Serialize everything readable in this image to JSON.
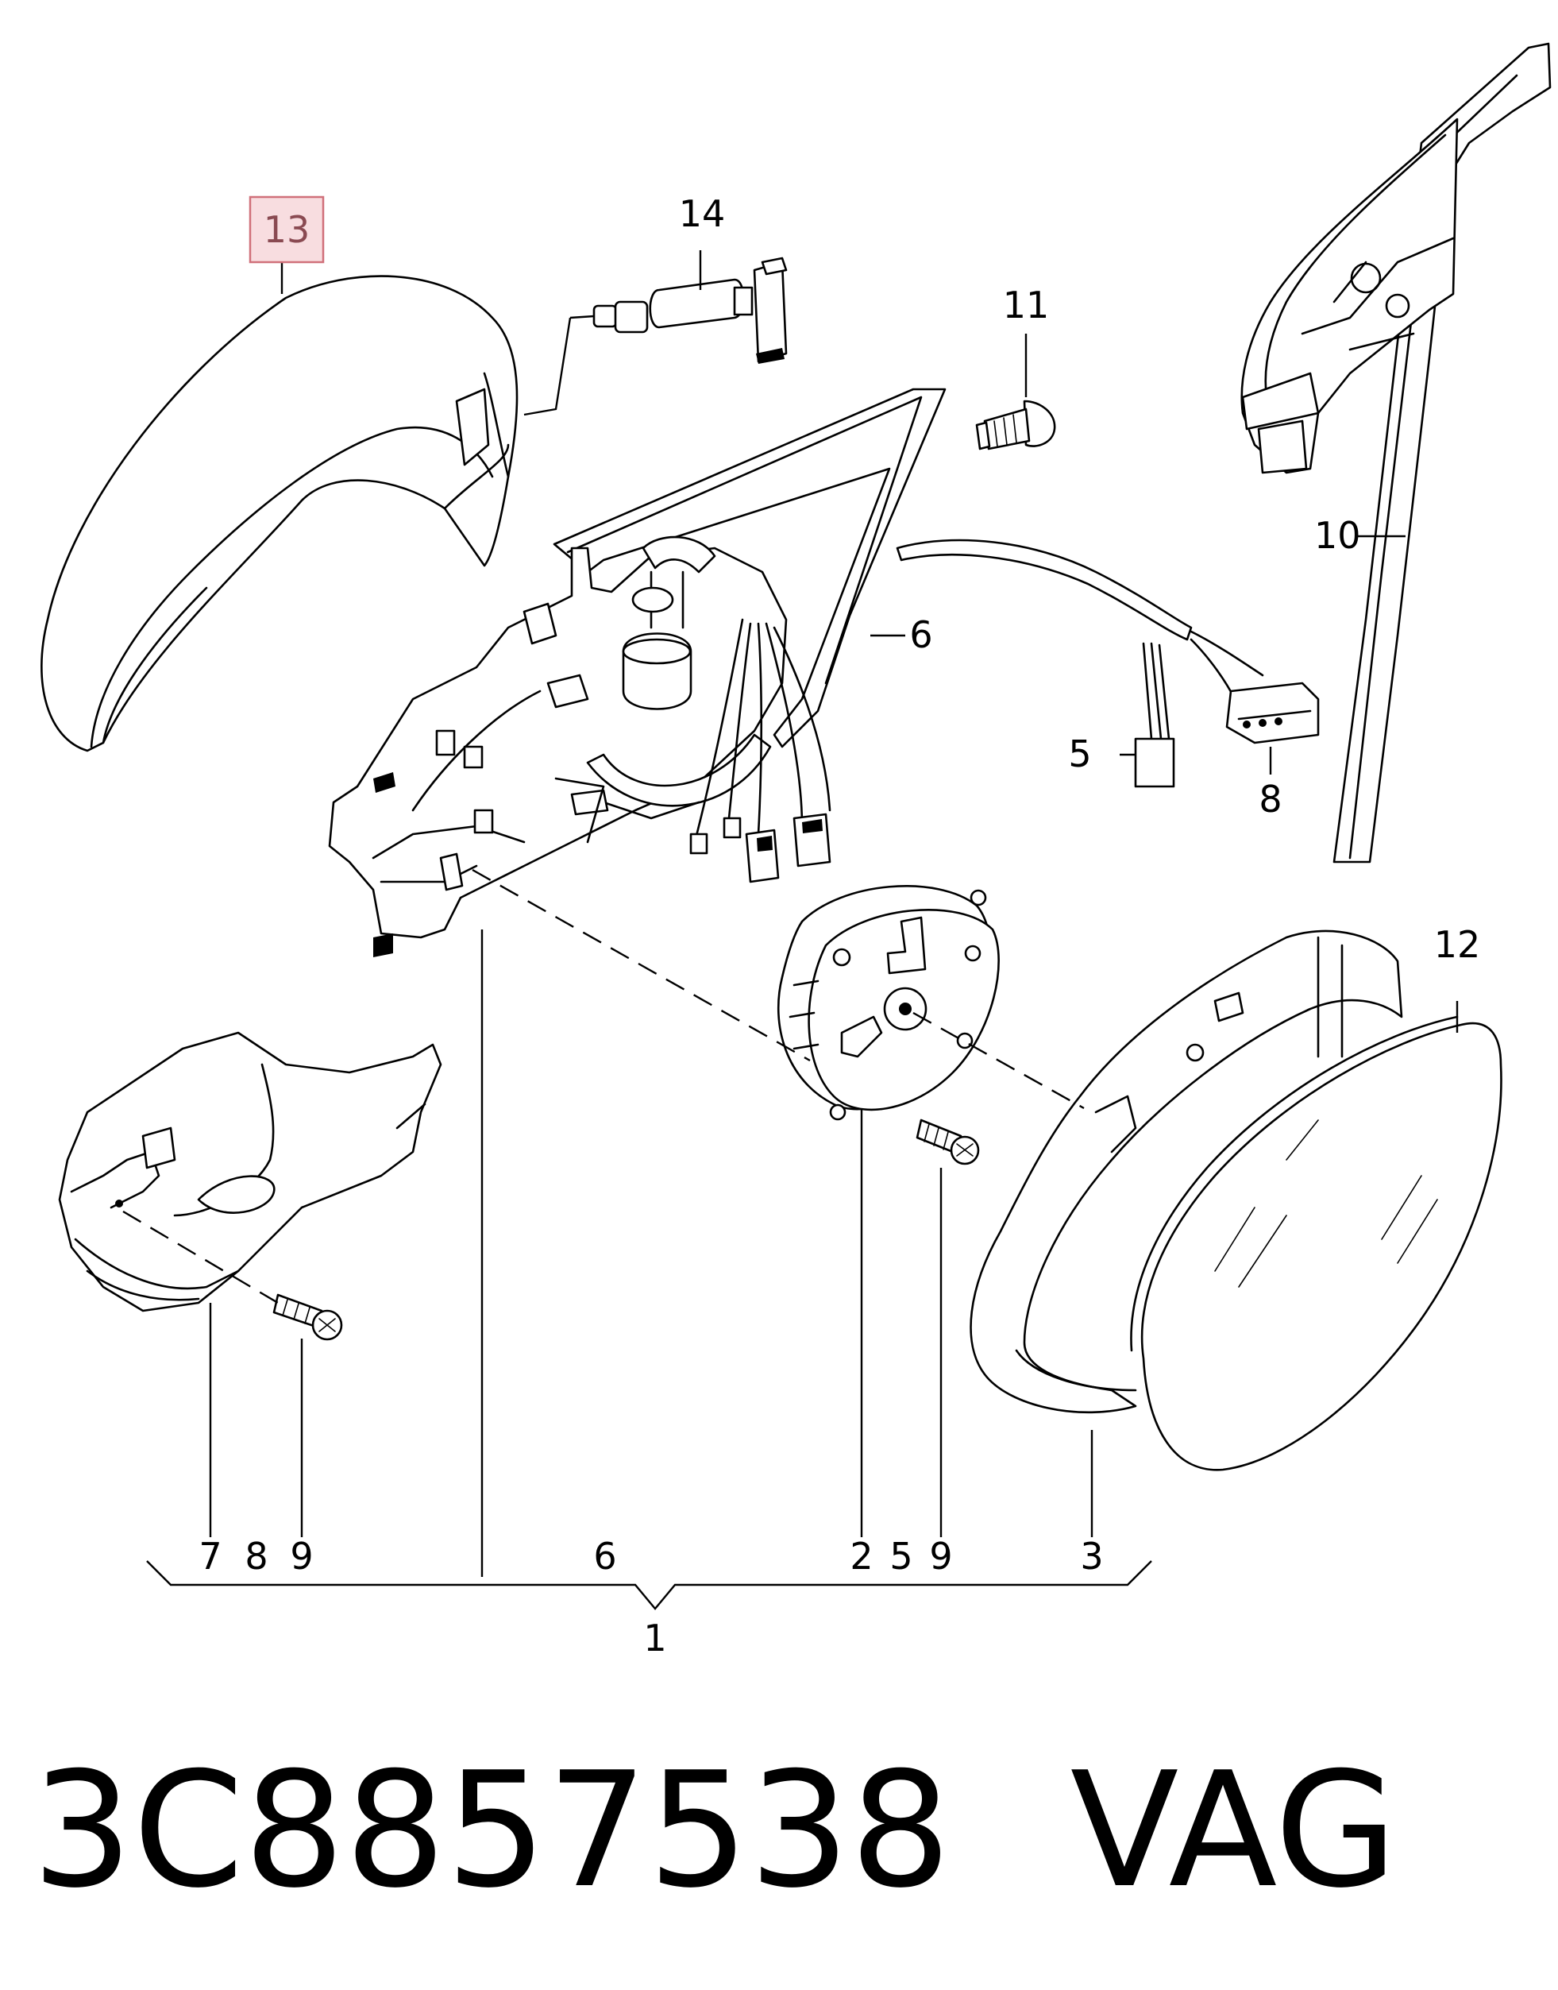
{
  "callouts": {
    "c1": "1",
    "c2": "2",
    "c3": "3",
    "c5a": "5",
    "c5b": "5",
    "c6a": "6",
    "c6b": "6",
    "c7": "7",
    "c8a": "8",
    "c8b": "8",
    "c9a": "9",
    "c9b": "9",
    "c10": "10",
    "c11": "11",
    "c12": "12",
    "c13": "13",
    "c14": "14"
  },
  "highlight": {
    "color": "#f8dde0",
    "border": "#d0707a"
  },
  "footer": {
    "part_number": "3C8857538",
    "brand": "VAG"
  }
}
